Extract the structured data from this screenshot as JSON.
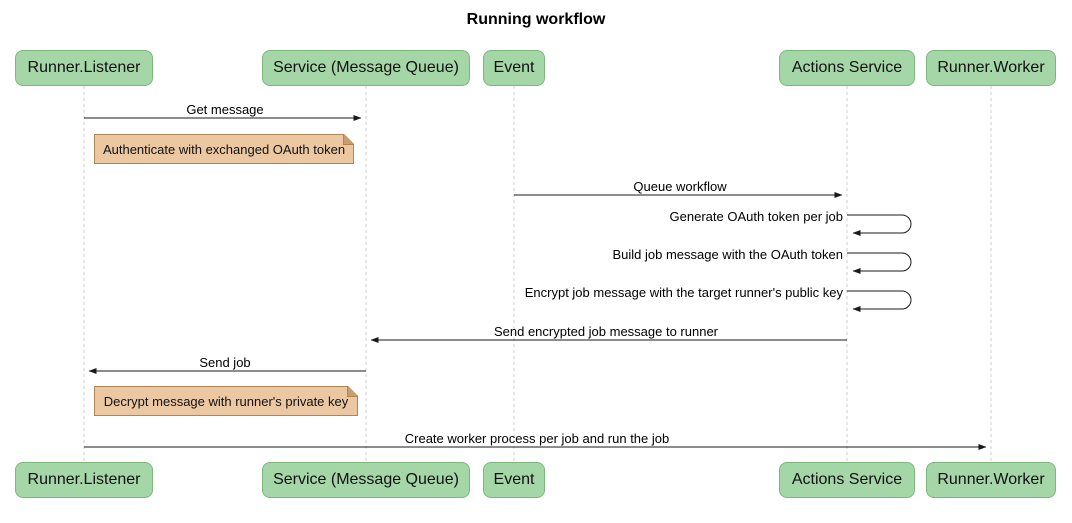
{
  "title": "Running workflow",
  "participants": [
    {
      "label": "Runner.Listener"
    },
    {
      "label": "Service (Message Queue)"
    },
    {
      "label": "Event"
    },
    {
      "label": "Actions Service"
    },
    {
      "label": "Runner.Worker"
    }
  ],
  "messages": [
    {
      "label": "Get message",
      "from": "Runner.Listener",
      "to": "Service (Message Queue)"
    },
    {
      "label": "Queue workflow",
      "from": "Event",
      "to": "Actions Service"
    },
    {
      "label": "Generate OAuth token per job",
      "from": "Actions Service",
      "to": "Actions Service"
    },
    {
      "label": "Build job message with the OAuth token",
      "from": "Actions Service",
      "to": "Actions Service"
    },
    {
      "label": "Encrypt job message with the target runner's public key",
      "from": "Actions Service",
      "to": "Actions Service"
    },
    {
      "label": "Send encrypted job message to runner",
      "from": "Actions Service",
      "to": "Service (Message Queue)"
    },
    {
      "label": "Send job",
      "from": "Service (Message Queue)",
      "to": "Runner.Listener"
    },
    {
      "label": "Create worker process per job and run the job",
      "from": "Runner.Listener",
      "to": "Runner.Worker"
    }
  ],
  "notes": [
    {
      "text": "Authenticate with exchanged OAuth token"
    },
    {
      "text": "Decrypt message with runner's private key"
    }
  ],
  "colors": {
    "actor_fill": "#a5d6a7",
    "actor_border": "#7cb87c",
    "note_fill": "#ecc8a2",
    "note_border": "#ad8654",
    "lifeline": "#cccccc",
    "arrow": "#1a1a1a"
  }
}
